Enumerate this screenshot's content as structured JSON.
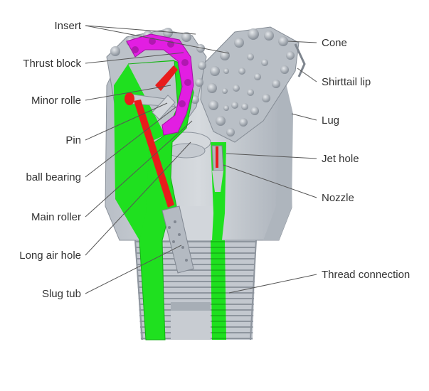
{
  "labels_left": {
    "insert": "Insert",
    "thrust_block": "Thrust block",
    "minor_rolle": "Minor rolle",
    "pin": "Pin",
    "ball_bearing": "ball bearing",
    "main_roller": "Main roller",
    "long_air_hole": "Long air hole",
    "slug_tub": "Slug tub"
  },
  "labels_right": {
    "cone": "Cone",
    "shirttail_lip": "Shirttail lip",
    "lug": "Lug",
    "jet_hole": "Jet hole",
    "nozzle": "Nozzle",
    "thread_connection": "Thread connection"
  },
  "colors": {
    "body": "#c8ccd2",
    "body_dark": "#9aa1aa",
    "section_green": "#1fe01f",
    "section_magenta": "#e21ee2",
    "air_hole_red": "#e81c1c",
    "background": "#ffffff"
  }
}
